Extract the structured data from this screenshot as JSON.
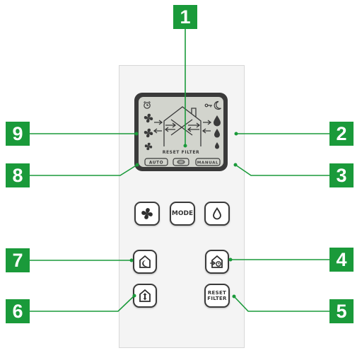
{
  "lcd": {
    "label_reset_filter": "RESET FILTER",
    "label_auto": "AUTO",
    "label_manual": "MANUAL"
  },
  "buttons": {
    "mode_label": "MODE",
    "reset_filter_line1": "RESET",
    "reset_filter_line2": "FILTER"
  },
  "callouts": [
    "1",
    "2",
    "3",
    "4",
    "5",
    "6",
    "7",
    "8",
    "9"
  ],
  "colors": {
    "callout_green": "#1a9a3a",
    "lcd_background": "#d2d4cd",
    "bezel": "#3a3a3a"
  }
}
